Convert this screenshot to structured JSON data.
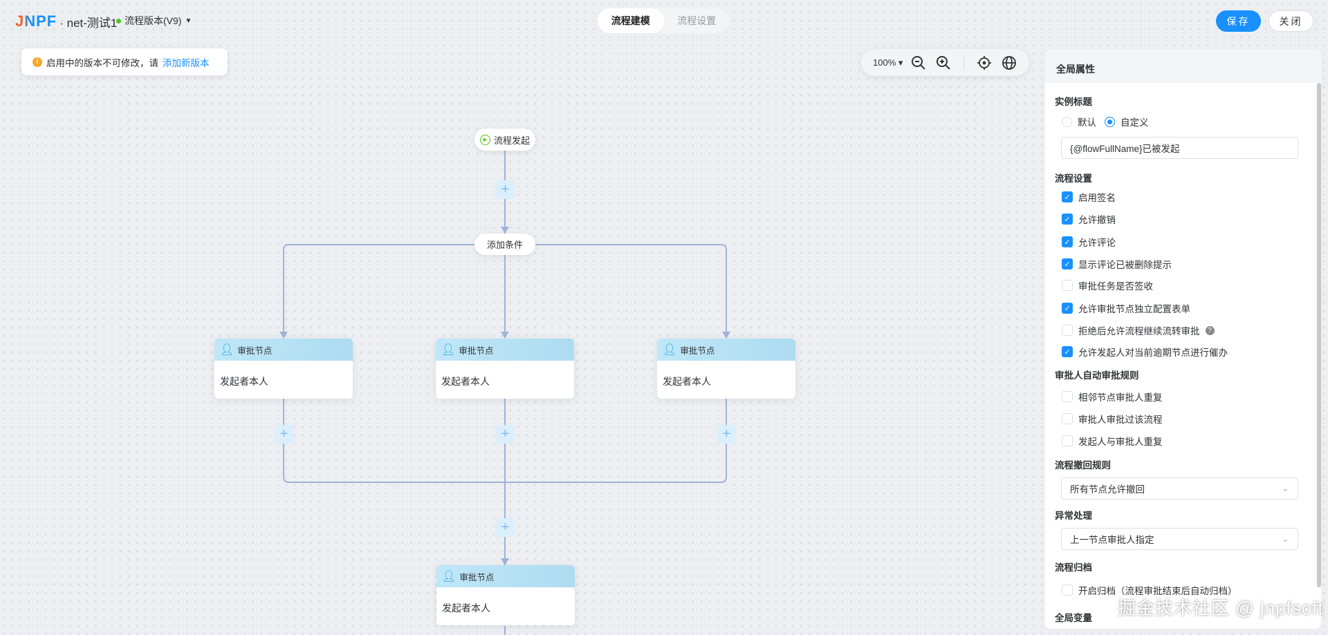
{
  "header": {
    "logo": "JNPF",
    "app_name": "· net-测试1",
    "version": "流程版本(V9)",
    "version_status_color": "#52c41a",
    "tabs": [
      {
        "label": "流程建模",
        "active": true
      },
      {
        "label": "流程设置",
        "active": false
      }
    ],
    "save_label": "保存",
    "close_label": "关闭",
    "accent": "#1890ff"
  },
  "notice": {
    "text": "启用中的版本不可修改，请",
    "link": "添加新版本"
  },
  "zoom": {
    "level": "100%"
  },
  "flow": {
    "start": "流程发起",
    "condition": "添加条件",
    "nodes": [
      {
        "title": "审批节点",
        "body": "发起者本人"
      },
      {
        "title": "审批节点",
        "body": "发起者本人"
      },
      {
        "title": "审批节点",
        "body": "发起者本人"
      },
      {
        "title": "审批节点",
        "body": "发起者本人"
      }
    ]
  },
  "panel": {
    "title": "全局属性",
    "instance_title": {
      "label": "实例标题",
      "options": [
        "默认",
        "自定义"
      ],
      "selected": "自定义",
      "value": "{@flowFullName}已被发起"
    },
    "flow_settings": {
      "label": "流程设置",
      "items": [
        {
          "label": "启用签名",
          "checked": true
        },
        {
          "label": "允许撤销",
          "checked": true
        },
        {
          "label": "允许评论",
          "checked": true
        },
        {
          "label": "显示评论已被删除提示",
          "checked": true
        },
        {
          "label": "审批任务是否签收",
          "checked": false
        },
        {
          "label": "允许审批节点独立配置表单",
          "checked": true
        },
        {
          "label": "拒绝后允许流程继续流转审批",
          "checked": false,
          "help": "?"
        },
        {
          "label": "允许发起人对当前逾期节点进行催办",
          "checked": true
        }
      ]
    },
    "auto_approve": {
      "label": "审批人自动审批规则",
      "items": [
        {
          "label": "相邻节点审批人重复",
          "checked": false
        },
        {
          "label": "审批人审批过该流程",
          "checked": false
        },
        {
          "label": "发起人与审批人重复",
          "checked": false
        }
      ]
    },
    "revoke": {
      "label": "流程撤回规则",
      "value": "所有节点允许撤回"
    },
    "exception": {
      "label": "异常处理",
      "value": "上一节点审批人指定"
    },
    "archive": {
      "label": "流程归档",
      "item": {
        "label": "开启归档（流程审批结束后自动归档）",
        "checked": false
      }
    },
    "global_vars": {
      "label": "全局变量"
    }
  },
  "watermark": "掘金技术社区 @ jnpfsoft"
}
